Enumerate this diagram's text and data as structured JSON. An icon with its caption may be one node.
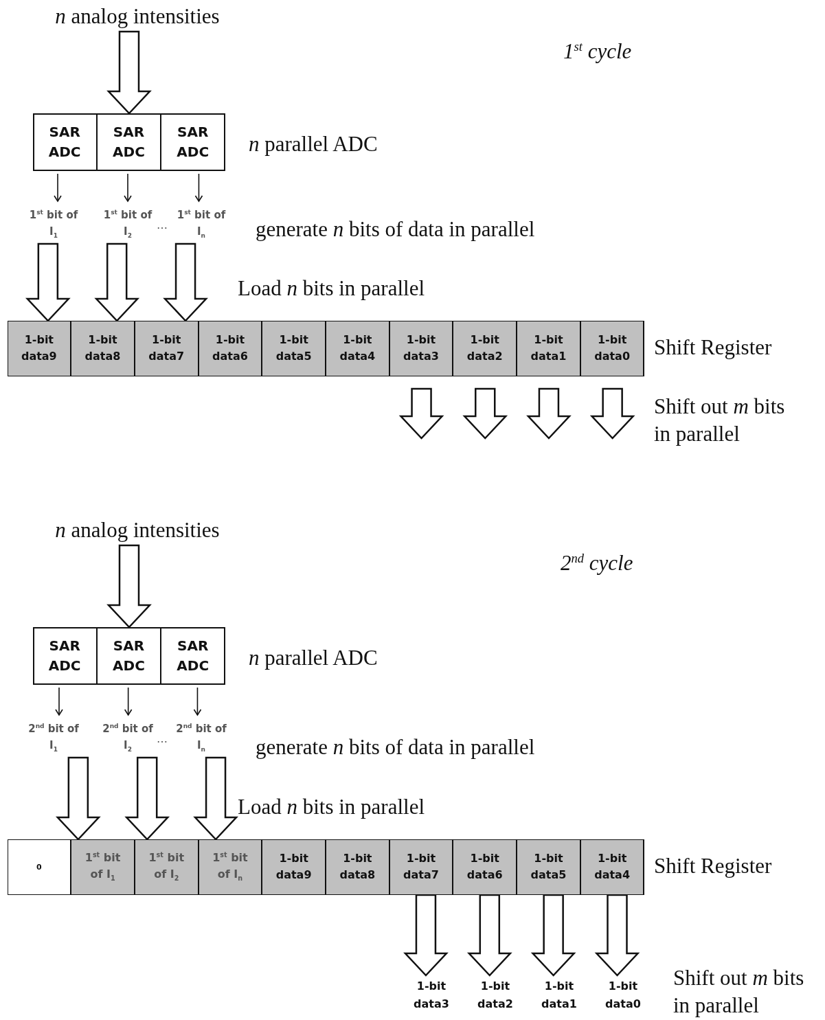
{
  "diagram": {
    "nodes": [
      {
        "text": [
          "*n* analog intensities"
        ]
      },
      {
        "text": [],
        "shape": "box"
      },
      {
        "text": [
          "SAR ADC"
        ],
        "in": 1
      },
      {
        "text": [
          "SAR ADC"
        ],
        "in": 1
      },
      {
        "text": [
          "SAR ADC"
        ],
        "in": 1
      },
      {
        "text": [
          "1$^{st}$ bit of I$_{1}$"
        ]
      },
      {
        "text": [
          "1$^{st}$ bit of I$_{2}$"
        ]
      },
      {
        "text": [
          "1$^{st}$ bit of I$_{n}$"
        ]
      },
      {
        "text": [],
        "shape": "box"
      },
      {
        "text": [
          "1-bit data9"
        ],
        "in": 8
      },
      {
        "text": [
          "1-bit data8"
        ],
        "in": 8
      },
      {
        "text": [
          "1-bit data7"
        ],
        "in": 8
      },
      {
        "text": [
          "1-bit data6"
        ],
        "in": 8
      },
      {
        "text": [
          "1-bit data5"
        ],
        "in": 8
      },
      {
        "text": [
          "1-bit data4"
        ],
        "in": 8
      },
      {
        "text": [
          "1-bit data3"
        ],
        "in": 8
      },
      {
        "text": [
          "1-bit data2"
        ],
        "in": 8
      },
      {
        "text": [
          "1-bit data1"
        ],
        "in": 8
      },
      {
        "text": [
          "1-bit data0"
        ],
        "in": 8
      },
      {
        "text": [
          "*n* analog intensities"
        ]
      },
      {
        "text": [],
        "shape": "box"
      },
      {
        "text": [
          "SAR ADC"
        ],
        "in": 20
      },
      {
        "text": [
          "SAR ADC"
        ],
        "in": 20
      },
      {
        "text": [
          "SAR ADC"
        ],
        "in": 20
      },
      {
        "text": [
          "2$^{nd}$ bit of I$_{1}$"
        ]
      },
      {
        "text": [
          "2$^{nd}$ bit of I$_{2}$"
        ]
      },
      {
        "text": [
          "2$^{nd}$ bit of I$_{n}$"
        ]
      },
      {
        "text": [],
        "shape": "box"
      },
      {
        "text": [
          "0"
        ],
        "in": 27
      },
      {
        "text": [
          "1$^{st}$ bit of I$_{1}$"
        ],
        "in": 27
      },
      {
        "text": [
          "1$^{st}$ bit of I$_{2}$"
        ],
        "in": 27
      },
      {
        "text": [
          "1$^{st}$ bit of I$_{n}$"
        ],
        "in": 27
      },
      {
        "text": [
          "1-bit data9"
        ],
        "in": 27
      },
      {
        "text": [
          "1-bit data8"
        ],
        "in": 27
      },
      {
        "text": [
          "1-bit data7"
        ],
        "in": 27
      },
      {
        "text": [
          "1-bit data6"
        ],
        "in": 27
      },
      {
        "text": [
          "1-bit data5"
        ],
        "in": 27
      },
      {
        "text": [
          "1-bit data4"
        ],
        "in": 27
      },
      {
        "text": [
          "1-bit data3"
        ]
      },
      {
        "text": [
          "1-bit data2"
        ]
      },
      {
        "text": [
          "1-bit data1"
        ]
      },
      {
        "text": [
          "1-bit data0"
        ]
      }
    ],
    "edges": [
      {
        "from": 0,
        "to": 1,
        "arrow": "to",
        "style": "thick"
      },
      {
        "from": 2,
        "to": 5,
        "arrow": "to"
      },
      {
        "from": 3,
        "to": 6,
        "arrow": "to"
      },
      {
        "from": 4,
        "to": 7,
        "arrow": "to"
      },
      {
        "from": 5,
        "to": 9,
        "arrow": "to",
        "style": "thick"
      },
      {
        "from": 6,
        "to": 10,
        "arrow": "to",
        "style": "thick"
      },
      {
        "from": 7,
        "to": 11,
        "arrow": "to",
        "style": "thick"
      },
      {
        "from": 15,
        "to": null,
        "arrow": "to",
        "style": "thick"
      },
      {
        "from": 16,
        "to": null,
        "arrow": "to",
        "style": "thick"
      },
      {
        "from": 17,
        "to": null,
        "arrow": "to",
        "style": "thick"
      },
      {
        "from": 18,
        "to": null,
        "arrow": "to",
        "style": "thick"
      },
      {
        "from": 19,
        "to": 20,
        "arrow": "to",
        "style": "thick"
      },
      {
        "from": 21,
        "to": 24,
        "arrow": "to"
      },
      {
        "from": 22,
        "to": 25,
        "arrow": "to"
      },
      {
        "from": 23,
        "to": 26,
        "arrow": "to"
      },
      {
        "from": 24,
        "to": 29,
        "arrow": "to",
        "style": "thick"
      },
      {
        "from": 25,
        "to": 30,
        "arrow": "to",
        "style": "thick"
      },
      {
        "from": 26,
        "to": 31,
        "arrow": "to",
        "style": "thick"
      },
      {
        "from": 34,
        "to": 38,
        "arrow": "to",
        "style": "thick"
      },
      {
        "from": 35,
        "to": 39,
        "arrow": "to",
        "style": "thick"
      },
      {
        "from": 36,
        "to": 40,
        "arrow": "to",
        "style": "thick"
      },
      {
        "from": 37,
        "to": 41,
        "arrow": "to",
        "style": "thick"
      }
    ],
    "labels": [
      "1$^{st}$ cycle",
      "*n* parallel ADC",
      "…",
      "generate *n* bits of data in parallel",
      "Load *n* bits in parallel",
      "Shift Register",
      "Shift out *m* bits in parallel",
      "2$^{nd}$ cycle",
      "*n* parallel ADC",
      "…",
      "generate *n* bits of data in parallel",
      "Load *n* bits in parallel",
      "Shift Register",
      "Shift out *m* bits in parallel"
    ]
  }
}
